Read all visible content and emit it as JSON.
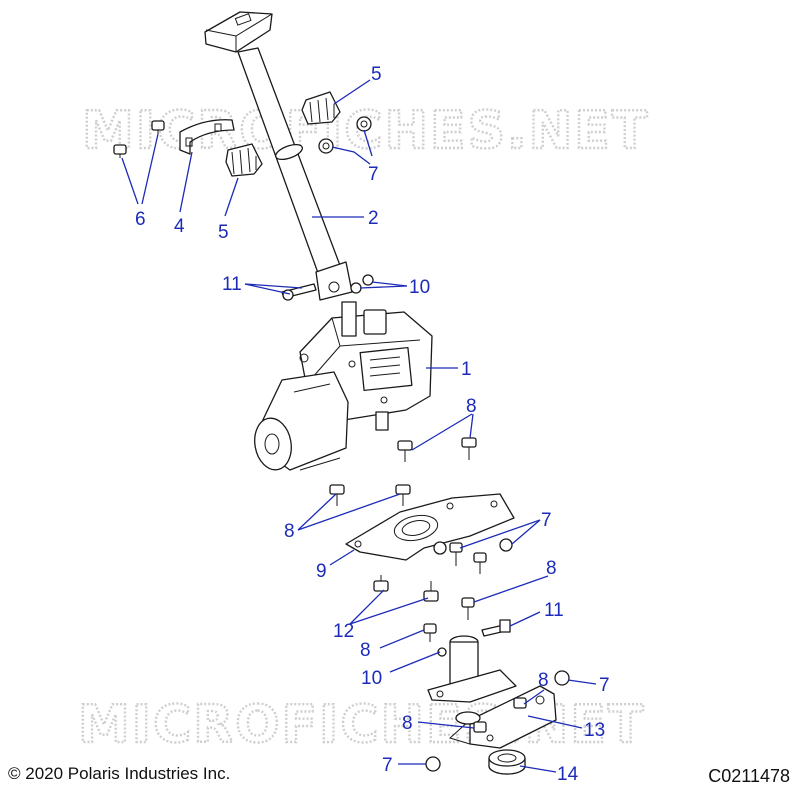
{
  "diagram": {
    "watermark_top": "MICROFICHES.NET",
    "watermark_bottom": "MICROFICHES.NET",
    "copyright": "© 2020 Polaris Industries Inc.",
    "figure_code": "C0211478",
    "callouts": {
      "c1": "1",
      "c2": "2",
      "c4": "4",
      "c5a": "5",
      "c5b": "5",
      "c6": "6",
      "c7a": "7",
      "c7b": "7",
      "c7c": "7",
      "c7d": "7",
      "c8a": "8",
      "c8b": "8",
      "c8c": "8",
      "c8d": "8",
      "c8e": "8",
      "c8f": "8",
      "c9": "9",
      "c10a": "10",
      "c10b": "10",
      "c11a": "11",
      "c11b": "11",
      "c12": "12",
      "c13": "13",
      "c14": "14"
    },
    "colors": {
      "callout": "#1c2bb8",
      "line": "#1a1a1a",
      "watermark": "#cfcfcf"
    }
  }
}
